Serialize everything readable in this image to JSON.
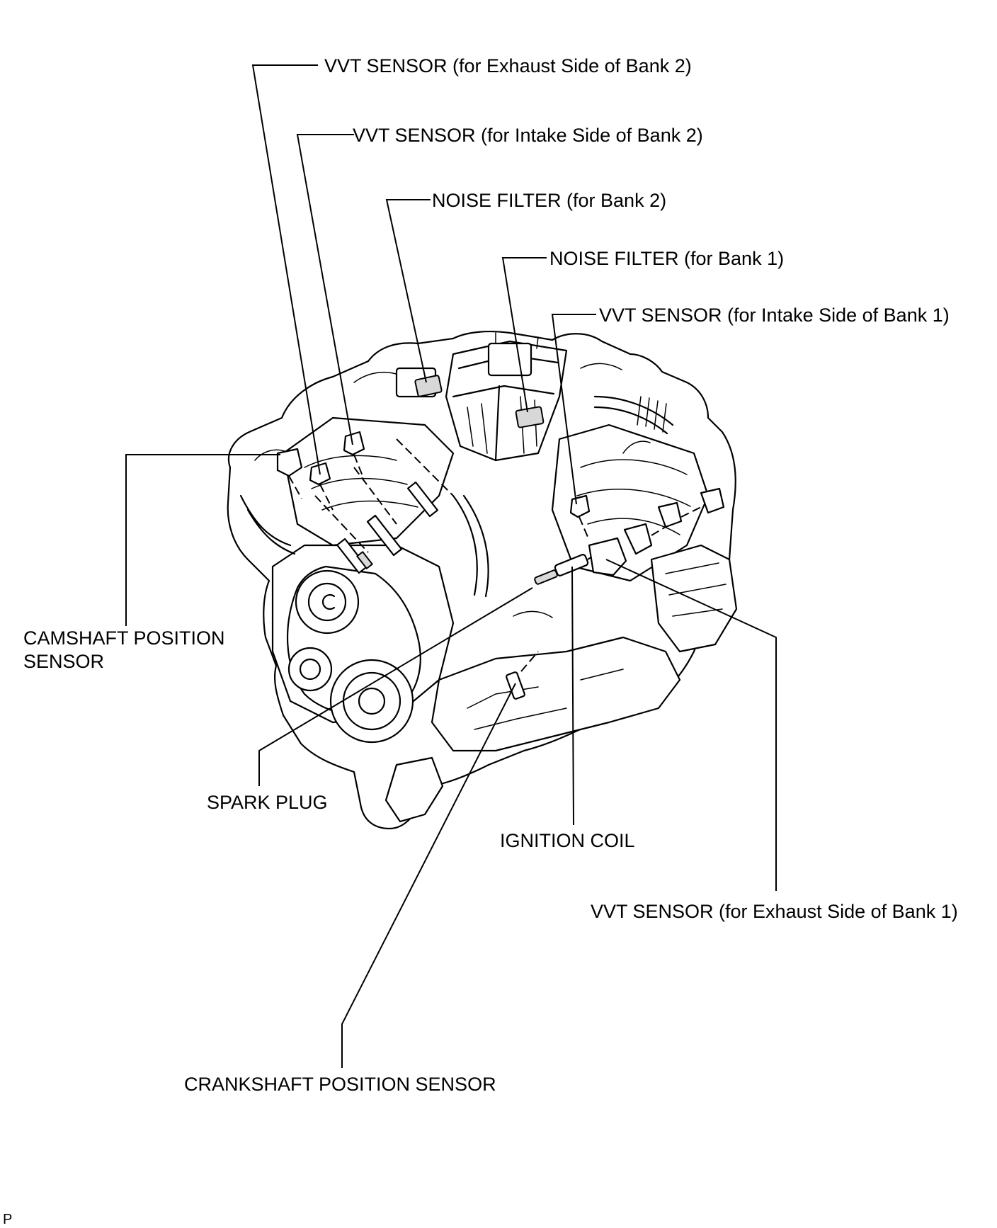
{
  "labels": {
    "vvt_exhaust_bank2": "VVT SENSOR (for Exhaust Side of Bank 2)",
    "vvt_intake_bank2": "VVT SENSOR (for Intake Side of Bank 2)",
    "noise_filter_bank2": "NOISE FILTER (for Bank 2)",
    "noise_filter_bank1": "NOISE FILTER (for Bank 1)",
    "vvt_intake_bank1": "VVT SENSOR (for Intake Side of Bank 1)",
    "camshaft_line1": "CAMSHAFT POSITION",
    "camshaft_line2": "SENSOR",
    "spark_plug": "SPARK PLUG",
    "ignition_coil": "IGNITION COIL",
    "vvt_exhaust_bank1": "VVT SENSOR (for Exhaust Side of Bank 1)",
    "crankshaft": "CRANKSHAFT POSITION SENSOR"
  },
  "corner_mark": "P"
}
